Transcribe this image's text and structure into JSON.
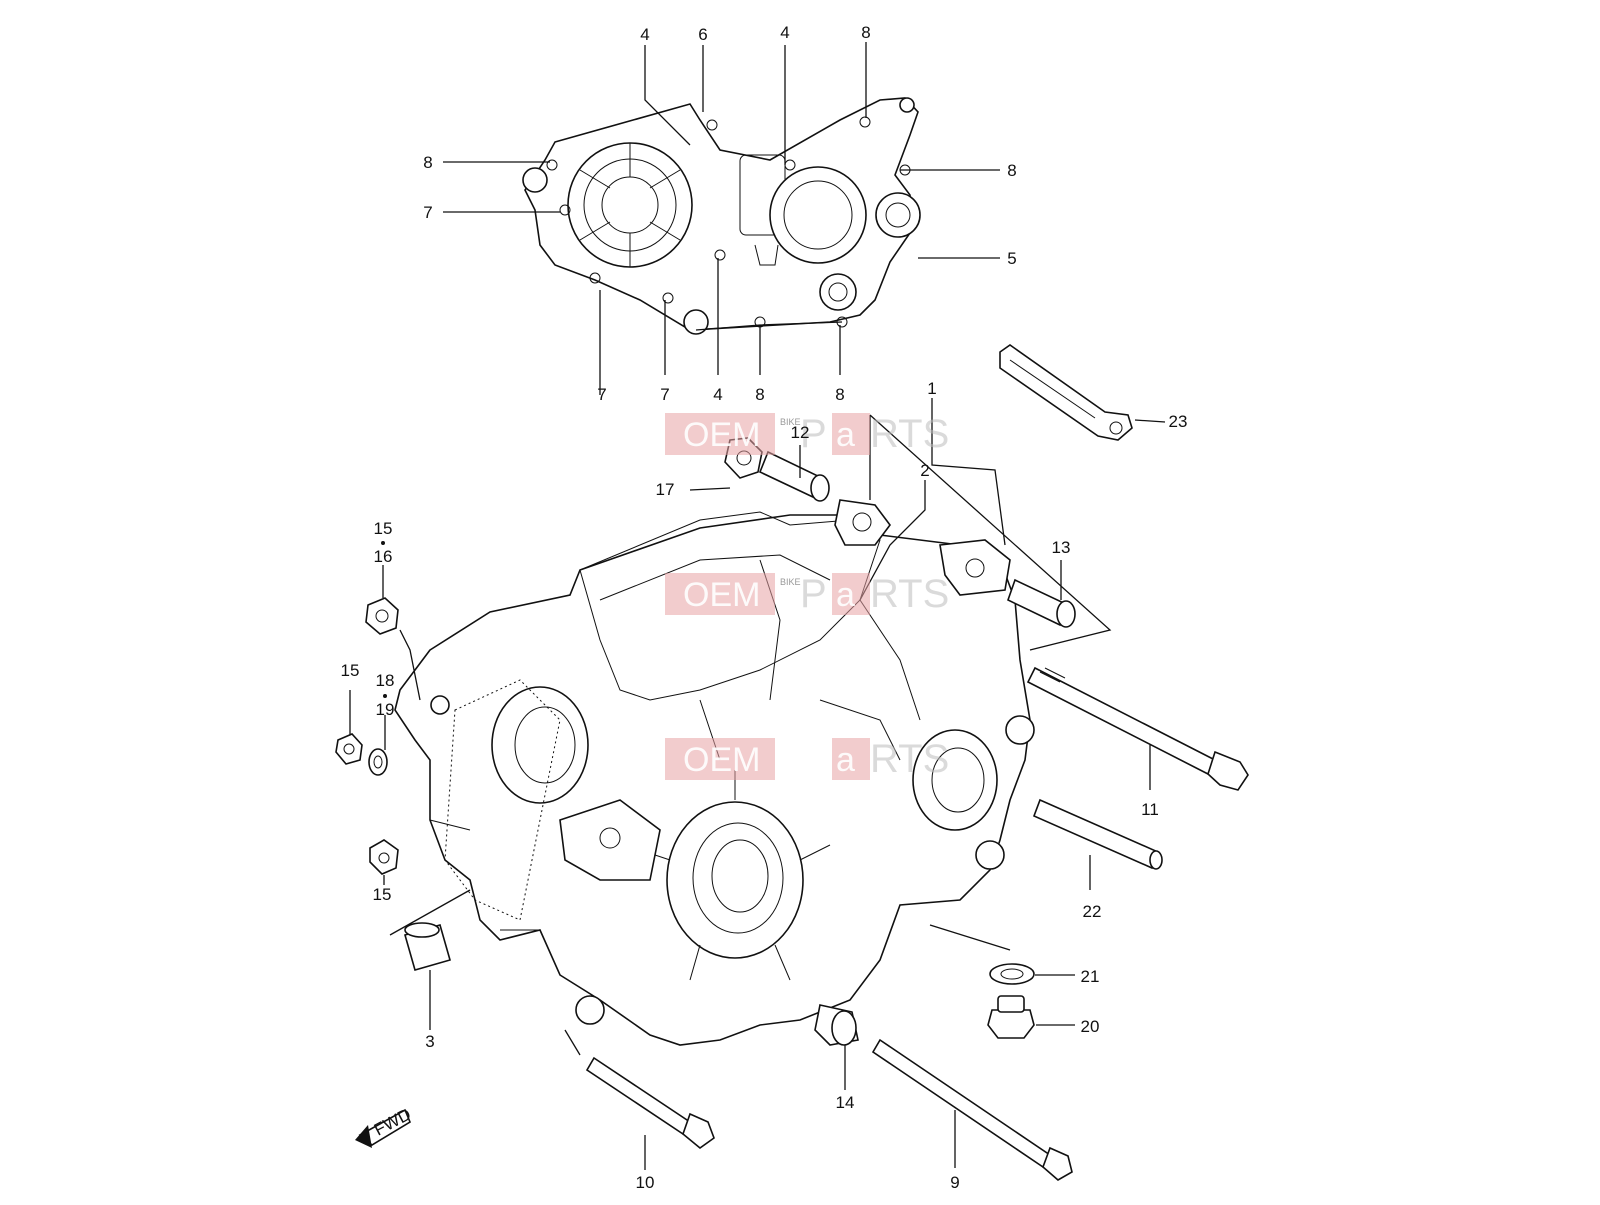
{
  "diagram": {
    "callouts": {
      "c4a": "4",
      "c6": "6",
      "c4b": "4",
      "c8a": "8",
      "c8b": "8",
      "c8c": "8",
      "c7a": "7",
      "c5": "5",
      "c7b": "7",
      "c7c": "7",
      "c4c": "4",
      "c8d": "8",
      "c8e": "8",
      "c1": "1",
      "c2": "2",
      "c12": "12",
      "c17": "17",
      "c23": "23",
      "c13": "13",
      "c15a": "15",
      "c16": "16",
      "c15b": "15",
      "c18": "18",
      "c19": "19",
      "c15c": "15",
      "c11": "11",
      "c22": "22",
      "c3": "3",
      "c21": "21",
      "c20": "20",
      "c14": "14",
      "c10": "10",
      "c9": "9"
    },
    "fwd_label": "FWD",
    "watermark": {
      "oem": "OEM",
      "bike": "BIKE",
      "parts_a": "P",
      "parts_b": "a",
      "parts_c": "RTS"
    }
  }
}
